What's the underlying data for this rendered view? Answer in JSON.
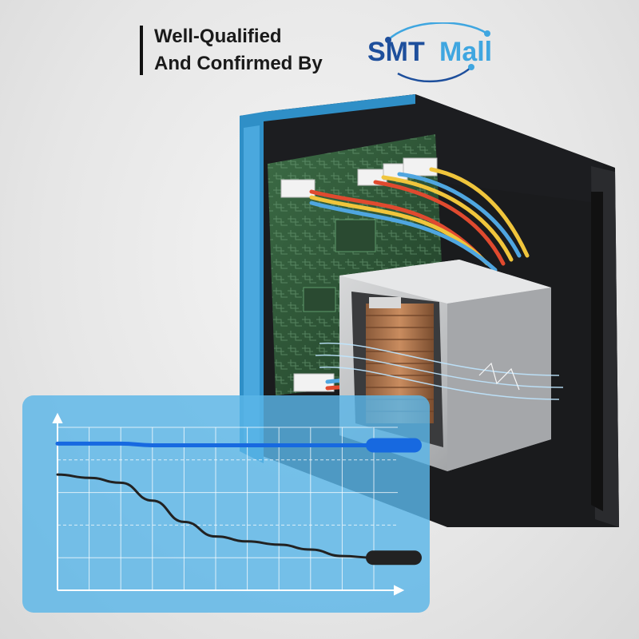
{
  "headline": {
    "line1": "Well-Qualified",
    "line2": "And Confirmed By"
  },
  "logo": {
    "text_left": "SMT",
    "text_right": "Mall",
    "icon": "orbit-logo-icon"
  },
  "colors": {
    "logo_blue": "#1e4f9c",
    "logo_light_blue": "#3fa6e0",
    "case_blue": "#2f8fc7",
    "chart_line_blue": "#1769e0",
    "chart_line_dark": "#222222"
  },
  "chart_data": {
    "type": "line",
    "title": "",
    "xlabel": "",
    "ylabel": "",
    "grid": true,
    "x": [
      0,
      1,
      2,
      3,
      4,
      5,
      6,
      7,
      8,
      9,
      10
    ],
    "series": [
      {
        "values": [
          0.9,
          0.9,
          0.9,
          0.89,
          0.89,
          0.89,
          0.89,
          0.89,
          0.89,
          0.89,
          0.89
        ]
      },
      {
        "values": [
          0.71,
          0.69,
          0.66,
          0.55,
          0.42,
          0.33,
          0.3,
          0.28,
          0.25,
          0.21,
          0.2
        ]
      }
    ]
  }
}
